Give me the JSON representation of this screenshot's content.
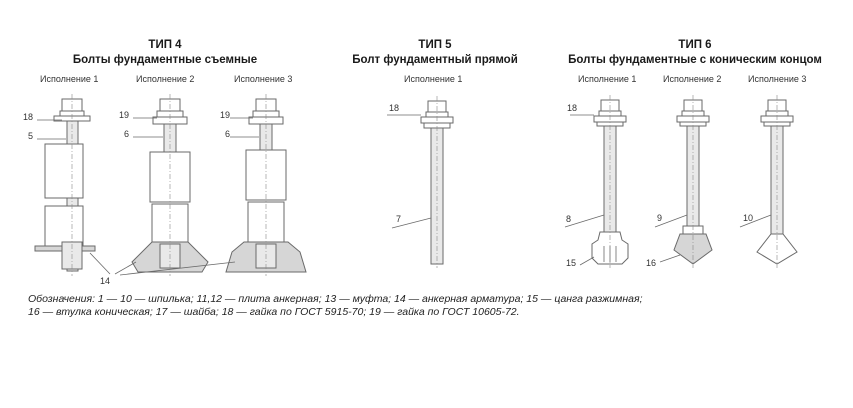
{
  "type4": {
    "title": "ТИП 4",
    "subtitle": "Болты фундаментные съемные",
    "variants": [
      "Исполнение 1",
      "Исполнение 2",
      "Исполнение 3"
    ]
  },
  "type5": {
    "title": "ТИП 5",
    "subtitle": "Болт фундаментный прямой",
    "variants": [
      "Исполнение 1"
    ]
  },
  "type6": {
    "title": "ТИП 6",
    "subtitle": "Болты фундаментные с коническим концом",
    "variants": [
      "Исполнение 1",
      "Исполнение 2",
      "Исполнение 3"
    ]
  },
  "callouts": {
    "c18a": "18",
    "c5": "5",
    "c19a": "19",
    "c6a": "6",
    "c19b": "19",
    "c6b": "6",
    "c14": "14",
    "c18b": "18",
    "c7": "7",
    "c18c": "18",
    "c8": "8",
    "c15": "15",
    "c9": "9",
    "c16": "16",
    "c10": "10"
  },
  "legend": {
    "line1": "Обозначения: 1 — 10 — шпилька; 11,12 — плита анкерная; 13 — муфта; 14 — анкерная арматура; 15 — цанга разжимная;",
    "line2": "16 — втулка коническая; 17 — шайба; 18 — гайка по ГОСТ 5915-70; 19 — гайка по ГОСТ 10605-72."
  }
}
